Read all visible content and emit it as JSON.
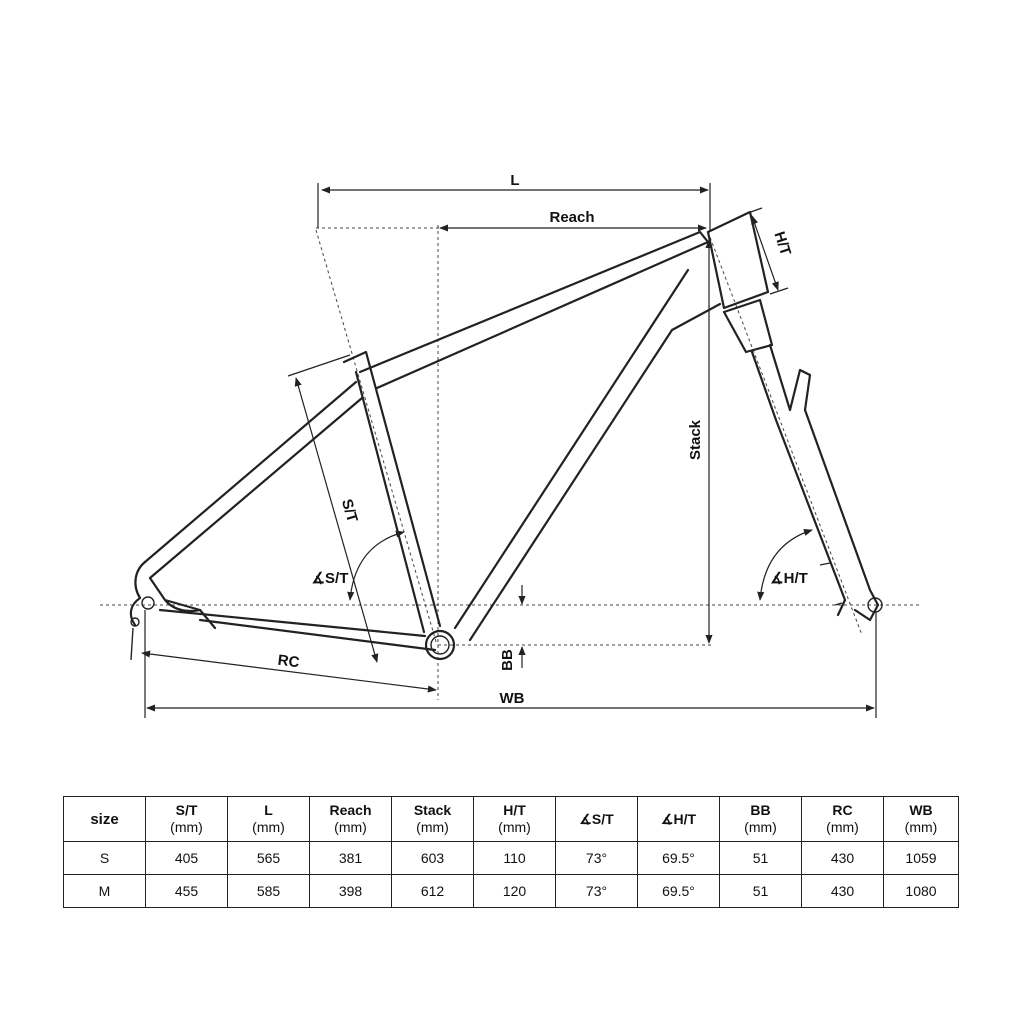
{
  "diagram": {
    "labels": {
      "L": "L",
      "reach": "Reach",
      "ht": "H/T",
      "stack": "Stack",
      "st": "S/T",
      "st_angle": "∡S/T",
      "ht_angle": "∡H/T",
      "bb": "BB",
      "rc": "RC",
      "wb": "WB"
    }
  },
  "table": {
    "headers": [
      {
        "label": "size",
        "unit": ""
      },
      {
        "label": "S/T",
        "unit": "(mm)"
      },
      {
        "label": "L",
        "unit": "(mm)"
      },
      {
        "label": "Reach",
        "unit": "(mm)"
      },
      {
        "label": "Stack",
        "unit": "(mm)"
      },
      {
        "label": "H/T",
        "unit": "(mm)"
      },
      {
        "label": "∡S/T",
        "unit": ""
      },
      {
        "label": "∡H/T",
        "unit": ""
      },
      {
        "label": "BB",
        "unit": "(mm)"
      },
      {
        "label": "RC",
        "unit": "(mm)"
      },
      {
        "label": "WB",
        "unit": "(mm)"
      }
    ],
    "rows": [
      [
        "S",
        "405",
        "565",
        "381",
        "603",
        "110",
        "73°",
        "69.5°",
        "51",
        "430",
        "1059"
      ],
      [
        "M",
        "455",
        "585",
        "398",
        "612",
        "120",
        "73°",
        "69.5°",
        "51",
        "430",
        "1080"
      ]
    ]
  }
}
